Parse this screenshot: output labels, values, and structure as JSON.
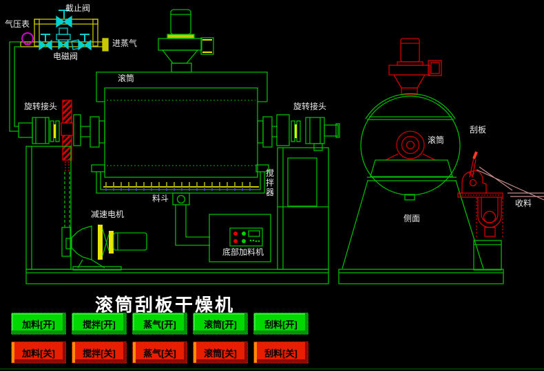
{
  "app": {
    "title": "滚筒刮板干燥机"
  },
  "diagram": {
    "labels": {
      "pressure_gauge": "气压表",
      "stop_valve": "截止阀",
      "solenoid_valve": "电磁阀",
      "steam_inlet": "进蒸气",
      "rotary_joint_left": "旋转接头",
      "rotary_joint_right": "旋转接头",
      "drum_front": "滚筒",
      "agitator": "搅拌器",
      "hopper": "料斗",
      "gear_motor": "减速电机",
      "bottom_feeder": "底部加料机",
      "drum_side": "滚筒",
      "scraper_blade": "刮板",
      "collect_material": "收料",
      "side_view": "侧面"
    },
    "colors": {
      "line_green": "#00bb00",
      "pipe_yellow": "#c8c800",
      "valve_cyan": "#00d2d2",
      "gauge_magenta": "#d400d4",
      "machine_red": "#d40000",
      "chute_pink": "#c88c8c"
    }
  },
  "controls": {
    "on": [
      "加料[开]",
      "搅拌[开]",
      "蒸气[开]",
      "滚筒[开]",
      "刮料[开]"
    ],
    "off": [
      "加料[关]",
      "搅拌[关]",
      "蒸气[关]",
      "滚筒[关]",
      "刮料[关]"
    ]
  }
}
